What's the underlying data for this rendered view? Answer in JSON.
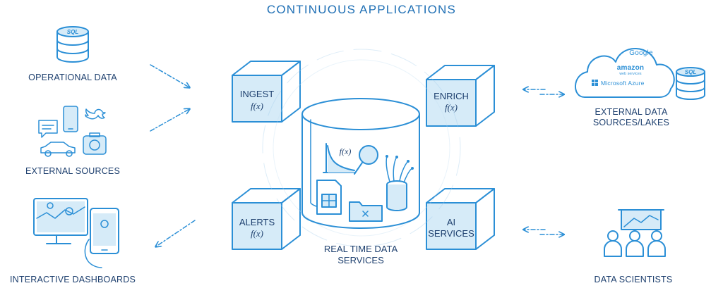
{
  "title": "CONTINUOUS APPLICATIONS",
  "left": {
    "operational_data": "OPERATIONAL DATA",
    "external_sources": "EXTERNAL SOURCES",
    "interactive_dashboards": "INTERACTIVE DASHBOARDS"
  },
  "cubes": {
    "ingest": {
      "label": "INGEST",
      "fx": "f(x)"
    },
    "enrich": {
      "label": "ENRICH",
      "fx": "f(x)"
    },
    "alerts": {
      "label": "ALERTS",
      "fx": "f(x)"
    },
    "ai_services": {
      "line1": "AI",
      "line2": "SERVICES"
    }
  },
  "center": {
    "line1": "REAL TIME DATA",
    "line2": "SERVICES",
    "chart_fx": "f(x)"
  },
  "right": {
    "external_line1": "EXTERNAL DATA",
    "external_line2": "SOURCES/LAKES",
    "data_scientists": "DATA SCIENTISTS"
  },
  "cloud": {
    "google": "Google",
    "amazon": "amazon",
    "amazon_sub": "web services",
    "azure": "Microsoft Azure"
  },
  "db_label": "SQL",
  "colors": {
    "accent": "#2b8fd6",
    "light": "#d6ebf8",
    "text": "#1d3f6e"
  }
}
